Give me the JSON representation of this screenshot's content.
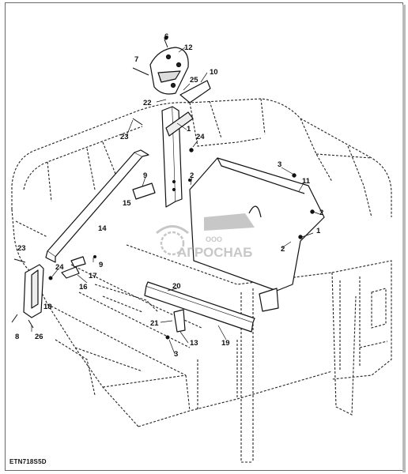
{
  "figure_id": "ETN718S5D",
  "watermark": {
    "line1": "ООО",
    "line2": "АГРОСНАБ"
  },
  "callouts": [
    {
      "text": "6"
    },
    {
      "text": "12"
    },
    {
      "text": "7"
    },
    {
      "text": "10"
    },
    {
      "text": "25"
    },
    {
      "text": "22"
    },
    {
      "text": "1"
    },
    {
      "text": "23"
    },
    {
      "text": "24"
    },
    {
      "text": "3"
    },
    {
      "text": "11"
    },
    {
      "text": "9"
    },
    {
      "text": "2"
    },
    {
      "text": "15"
    },
    {
      "text": "2"
    },
    {
      "text": "14"
    },
    {
      "text": "1"
    },
    {
      "text": "2"
    },
    {
      "text": "23"
    },
    {
      "text": "9"
    },
    {
      "text": "24"
    },
    {
      "text": "17"
    },
    {
      "text": "16"
    },
    {
      "text": "20"
    },
    {
      "text": "18"
    },
    {
      "text": "21"
    },
    {
      "text": "13"
    },
    {
      "text": "8"
    },
    {
      "text": "26"
    },
    {
      "text": "3"
    },
    {
      "text": "19"
    }
  ],
  "colors": {
    "line": "#222222",
    "watermark": "#9a9a9a"
  }
}
